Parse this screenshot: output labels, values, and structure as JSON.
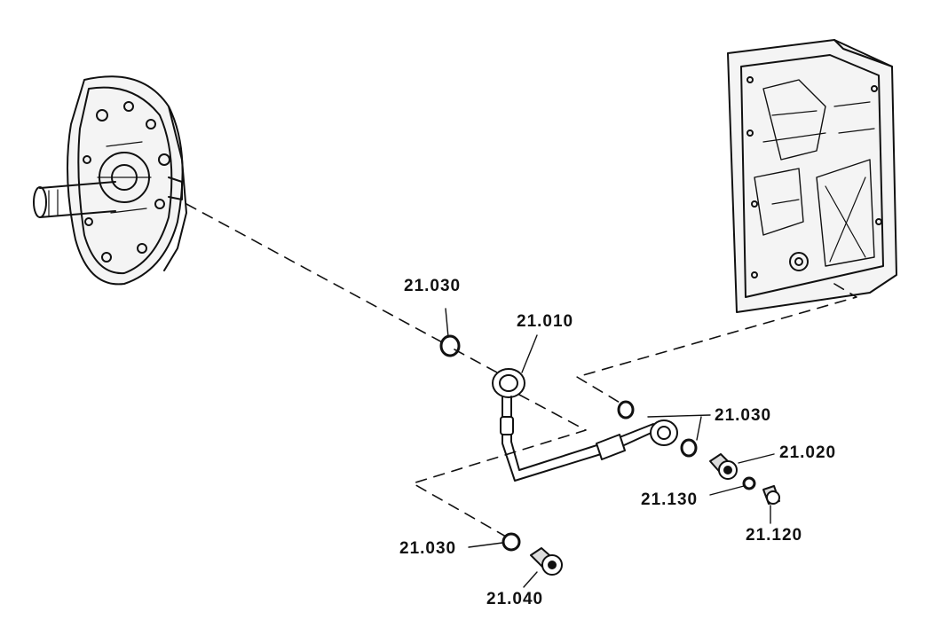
{
  "colors": {
    "ink": "#111111",
    "background": "#ffffff"
  },
  "parts": {
    "p030_top": "21.030",
    "p010": "21.010",
    "p030_right": "21.030",
    "p020": "21.020",
    "p130": "21.130",
    "p120": "21.120",
    "p030_bottom": "21.030",
    "p040": "21.040"
  }
}
